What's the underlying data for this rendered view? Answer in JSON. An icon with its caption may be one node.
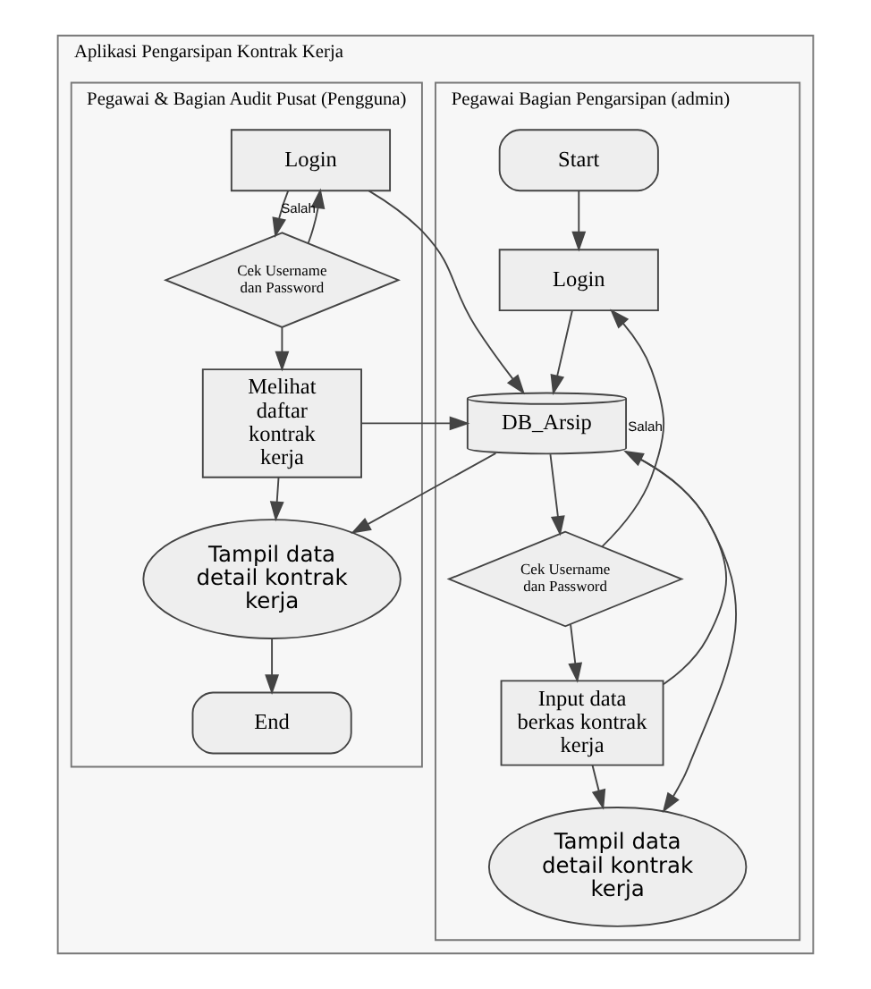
{
  "diagram": {
    "nodes": [
      {
        "text": [
          "Aplikasi Pengarsipan Kontrak Kerja"
        ]
      },
      {
        "text": [
          "Pegawai Bagian Pengarsipan (admin)"
        ],
        "in": 0
      },
      {
        "text": [
          "Pegawai & Bagian Audit Pusat (Pengguna)"
        ],
        "in": 0
      },
      {
        "text": [
          "Start"
        ],
        "in": 1
      },
      {
        "text": [
          "Login"
        ],
        "in": 1
      },
      {
        "text": [
          "DB_Arsip"
        ],
        "in": 1
      },
      {
        "text": [
          "Cek Username dan Password"
        ],
        "in": 1
      },
      {
        "text": [
          "Input data berkas kontrak kerja"
        ],
        "in": 1
      },
      {
        "text": [
          "Tampil data detail kontrak kerja"
        ],
        "in": 1
      },
      {
        "text": [
          "Login"
        ],
        "in": 2
      },
      {
        "text": [
          "Cek Username dan Password"
        ],
        "in": 2
      },
      {
        "text": [
          "Melihat daftar kontrak kerja"
        ],
        "in": 2
      },
      {
        "text": [
          "Tampil data detail kontrak kerja"
        ],
        "in": 2
      },
      {
        "text": [
          "End"
        ],
        "in": 2
      }
    ],
    "edges": [
      {
        "from": 3,
        "to": 4,
        "arrow": "to"
      },
      {
        "from": 4,
        "to": 5,
        "arrow": "to"
      },
      {
        "from": 5,
        "to": 6,
        "arrow": "to"
      },
      {
        "from": 6,
        "to": 4,
        "arrow": "to",
        "label": "Salah"
      },
      {
        "from": 6,
        "to": 7,
        "arrow": "to"
      },
      {
        "from": 7,
        "to": 5,
        "arrow": "to"
      },
      {
        "from": 7,
        "to": 8,
        "arrow": "to"
      },
      {
        "from": 5,
        "to": 8,
        "arrow": "to"
      },
      {
        "from": 9,
        "to": 5,
        "arrow": "to"
      },
      {
        "from": 9,
        "to": 10,
        "arrow": "to"
      },
      {
        "from": 10,
        "to": 9,
        "arrow": "to",
        "label": "Salah"
      },
      {
        "from": 10,
        "to": 11,
        "arrow": "to"
      },
      {
        "from": 11,
        "to": 5,
        "arrow": "to"
      },
      {
        "from": 5,
        "to": 12,
        "arrow": "to"
      },
      {
        "from": 11,
        "to": 12,
        "arrow": "to"
      },
      {
        "from": 12,
        "to": 13,
        "arrow": "to"
      }
    ]
  }
}
